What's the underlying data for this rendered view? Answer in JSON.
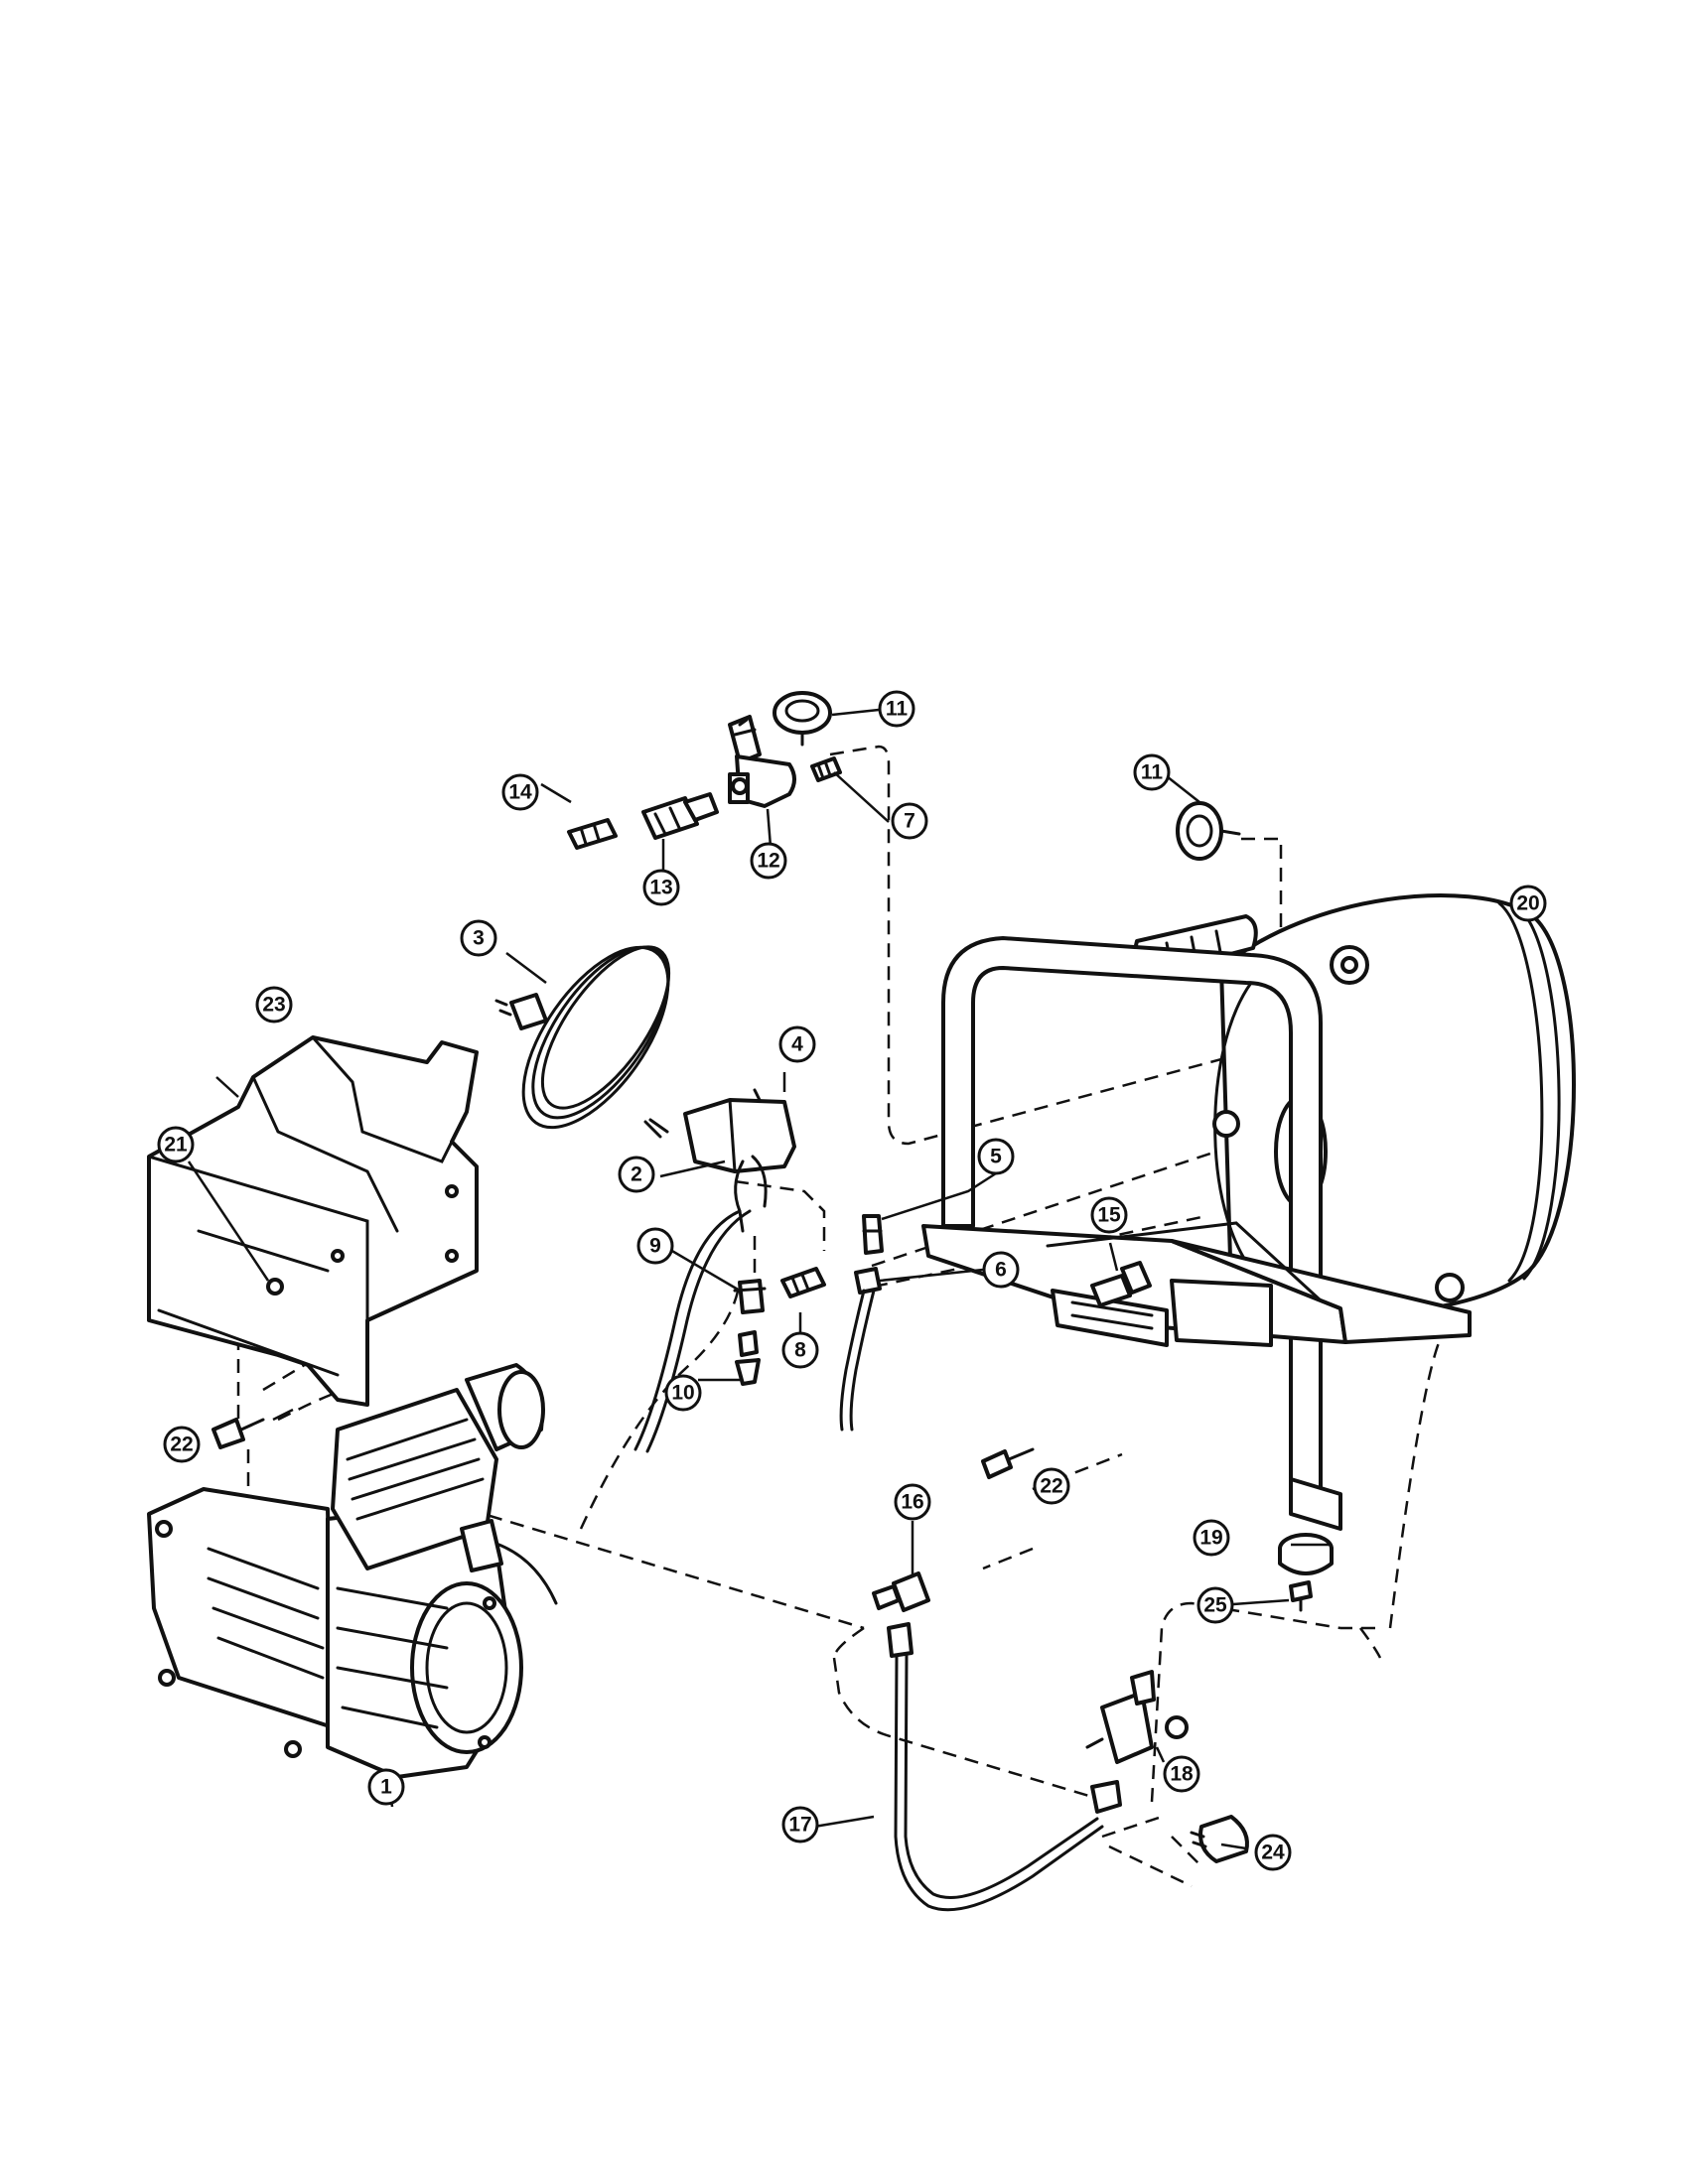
{
  "callouts": {
    "c1": "1",
    "c2": "2",
    "c3": "3",
    "c4": "4",
    "c5": "5",
    "c6": "6",
    "c7": "7",
    "c8": "8",
    "c9": "9",
    "c10": "10",
    "c11a": "11",
    "c11b": "11",
    "c12": "12",
    "c13": "13",
    "c14": "14",
    "c15": "15",
    "c16": "16",
    "c17": "17",
    "c18": "18",
    "c19": "19",
    "c20": "20",
    "c21": "21",
    "c22a": "22",
    "c22b": "22",
    "c23": "23",
    "c24": "24",
    "c25": "25"
  }
}
